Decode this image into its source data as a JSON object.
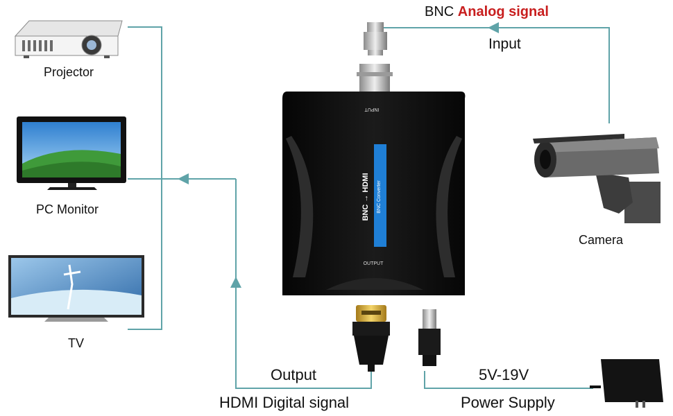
{
  "title": {
    "prefix": "BNC",
    "highlight": "Analog signal"
  },
  "input_label": "Input",
  "devices": {
    "projector": "Projector",
    "pc_monitor": "PC Monitor",
    "tv": "TV",
    "camera": "Camera"
  },
  "converter": {
    "port_input": "INPUT",
    "port_output": "OUTPUT",
    "badge_main": "BNC → HDMI",
    "badge_sub": "BNC Converter"
  },
  "output_label": "Output",
  "hdmi_label": "HDMI Digital signal",
  "voltage_label": "5V-19V",
  "power_label": "Power Supply",
  "colors": {
    "line": "#5fa3a8",
    "accent": "#c81e1e",
    "badge": "#1f7fd6",
    "device": "#0d0d0d"
  }
}
